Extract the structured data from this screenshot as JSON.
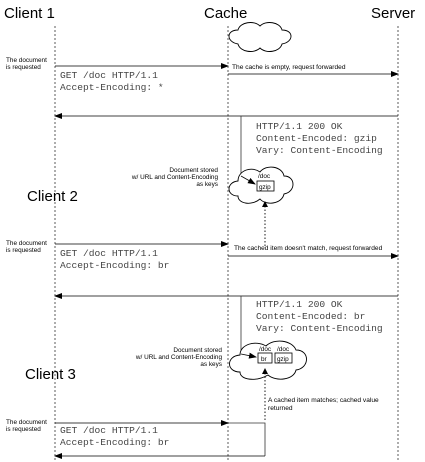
{
  "actors": {
    "client1": "Client 1",
    "cache": "Cache",
    "server": "Server",
    "client2": "Client 2",
    "client3": "Client 3"
  },
  "exchange1": {
    "side_note": [
      "The document",
      "is requested"
    ],
    "request": [
      "GET /doc HTTP/1.1",
      "Accept-Encoding: *"
    ],
    "forward_note": "The cache is empty, request forwarded",
    "response": [
      "HTTP/1.1 200 OK",
      "Content-Encoded: gzip",
      "Vary: Content-Encoding"
    ],
    "store_note": [
      "Document stored",
      "w/ URL and Content-Encoding",
      "as keys"
    ],
    "doc_label": "/doc",
    "item": "gzip"
  },
  "exchange2": {
    "side_note": [
      "The document",
      "is requested"
    ],
    "request": [
      "GET /doc HTTP/1.1",
      "Accept-Encoding: br"
    ],
    "forward_note": "The cached item doesn't match, request forwarded",
    "response": [
      "HTTP/1.1 200 OK",
      "Content-Encoded: br",
      "Vary: Content-Encoding"
    ],
    "store_note": [
      "Document stored",
      "w/ URL and Content-Encoding",
      "as keys"
    ],
    "doc_label_a": "/doc",
    "doc_label_b": "/doc",
    "item_a": "br",
    "item_b": "gzip"
  },
  "exchange3": {
    "side_note": [
      "The document",
      "is requested"
    ],
    "request": [
      "GET /doc HTTP/1.1",
      "Accept-Encoding: br"
    ],
    "match_note": [
      "A cached item matches; cached value",
      "returned"
    ]
  }
}
